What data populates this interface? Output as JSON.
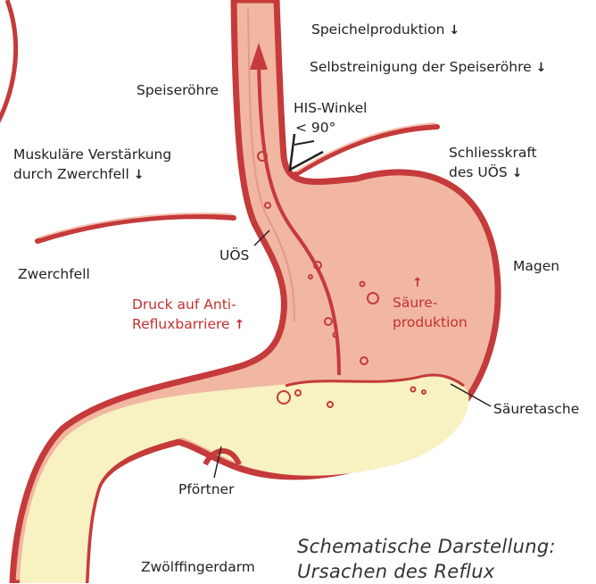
{
  "labels": {
    "speichel": "Speichelproduktion",
    "selbst": "Selbstreinigung der Speiseröhre",
    "speiseroehre": "Speiseröhre",
    "his": "HIS-Winkel",
    "his_value": "< 90°",
    "muskel1": "Muskuläre Verstärkung",
    "muskel2": "durch Zwerchfell",
    "schliess1": "Schliesskraft",
    "schliess2": "des UÖS",
    "uoes": "UÖS",
    "zwerchfell": "Zwerchfell",
    "magen": "Magen",
    "druck1": "Druck auf Anti-",
    "druck2": "Refluxbarriere",
    "saeure1": "Säure-",
    "saeure2": "produktion",
    "saeuretasche": "Säuretasche",
    "pfoertner": "Pförtner",
    "zwoelf": "Zwölffingerdarm"
  },
  "arrows": {
    "down": "↓",
    "up": "↑"
  },
  "caption": {
    "line1": "Schematische Darstellung:",
    "line2": "Ursachen des Reflux"
  },
  "colors": {
    "wall": "#c53a3a",
    "tissue": "#f1b7a2",
    "content": "#f8f1c2",
    "acid": "#e9c0a2"
  }
}
